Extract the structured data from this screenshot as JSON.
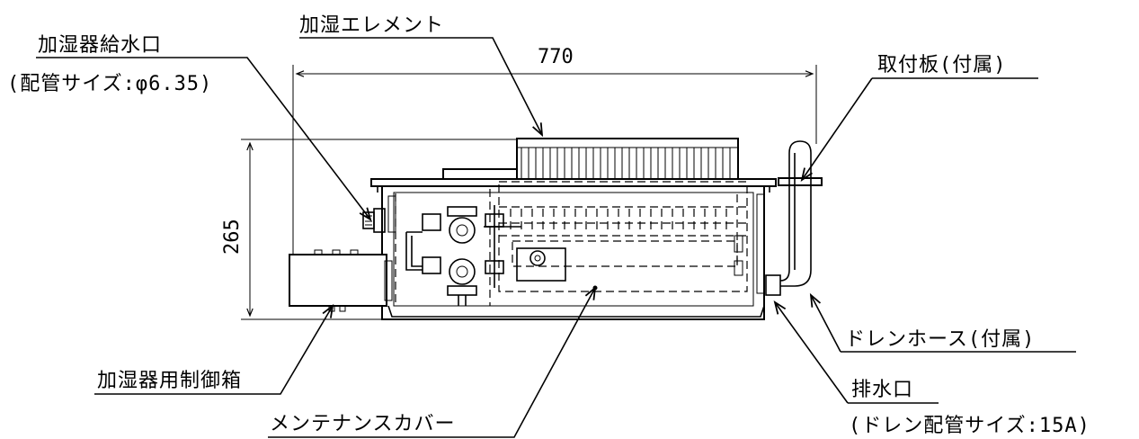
{
  "labels": {
    "humidifier_element": "加湿エレメント",
    "water_supply_inlet": "加湿器給水口",
    "water_supply_spec": "(配管サイズ:φ6.35)",
    "mounting_plate": "取付板(付属)",
    "drain_hose": "ドレンホース(付属)",
    "drain_outlet": "排水口",
    "drain_spec": "(ドレン配管サイズ:15A)",
    "control_box": "加湿器用制御箱",
    "maintenance_cover": "メンテナンスカバー"
  },
  "dimensions": {
    "width": "770",
    "height": "265"
  }
}
